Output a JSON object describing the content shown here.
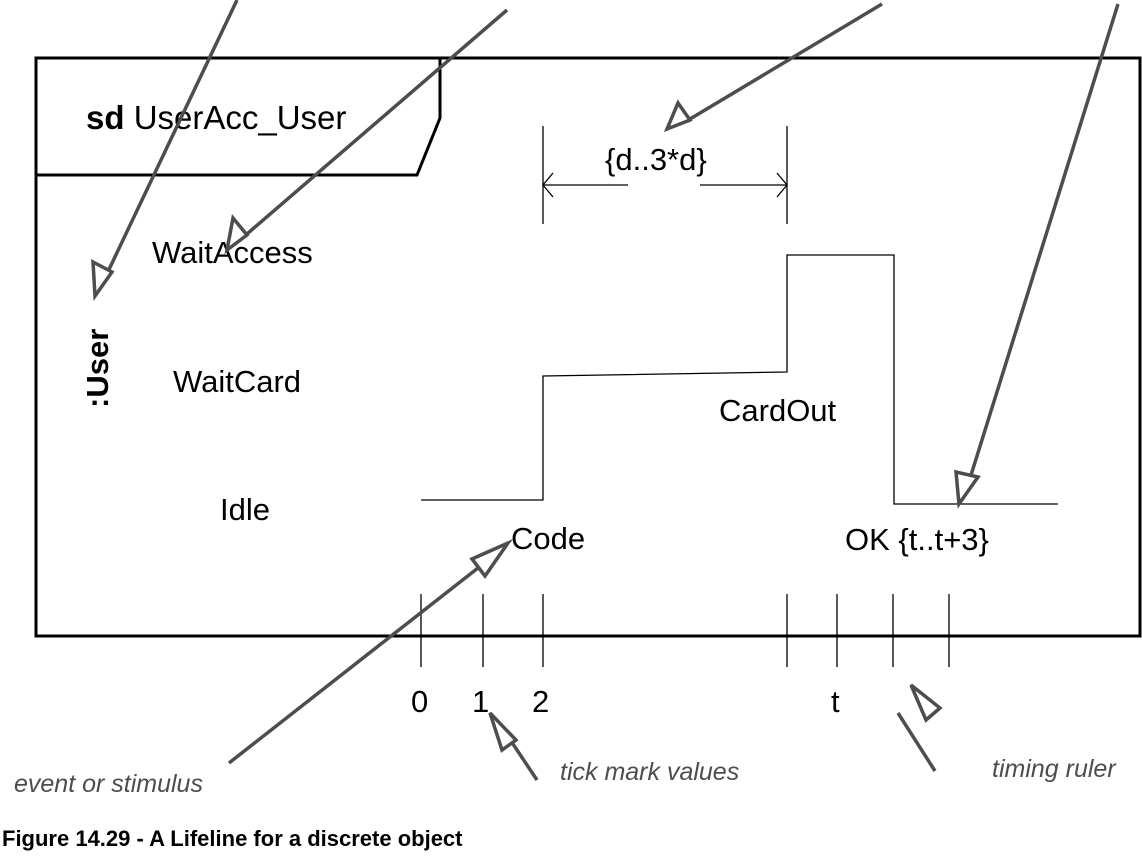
{
  "frame": {
    "keyword": "sd",
    "name": "UserAcc_User"
  },
  "lifeline": {
    "name": ":User"
  },
  "states": [
    "WaitAccess",
    "WaitCard",
    "Idle"
  ],
  "state_annotations": {
    "card_out": "CardOut"
  },
  "events": {
    "code": "Code",
    "ok": "OK {t..t+3}"
  },
  "duration_constraint": "{d..3*d}",
  "ruler": {
    "tick_labels": {
      "t0": "0",
      "t1": "1",
      "t2": "2",
      "tt": "t"
    }
  },
  "notes": {
    "event": "event or stimulus",
    "ticks": "tick mark values",
    "ruler": "timing ruler"
  },
  "caption": "Figure 14.29 - A Lifeline for a discrete object",
  "colors": {
    "annotation": "#4d4d4d",
    "line": "#000000"
  }
}
